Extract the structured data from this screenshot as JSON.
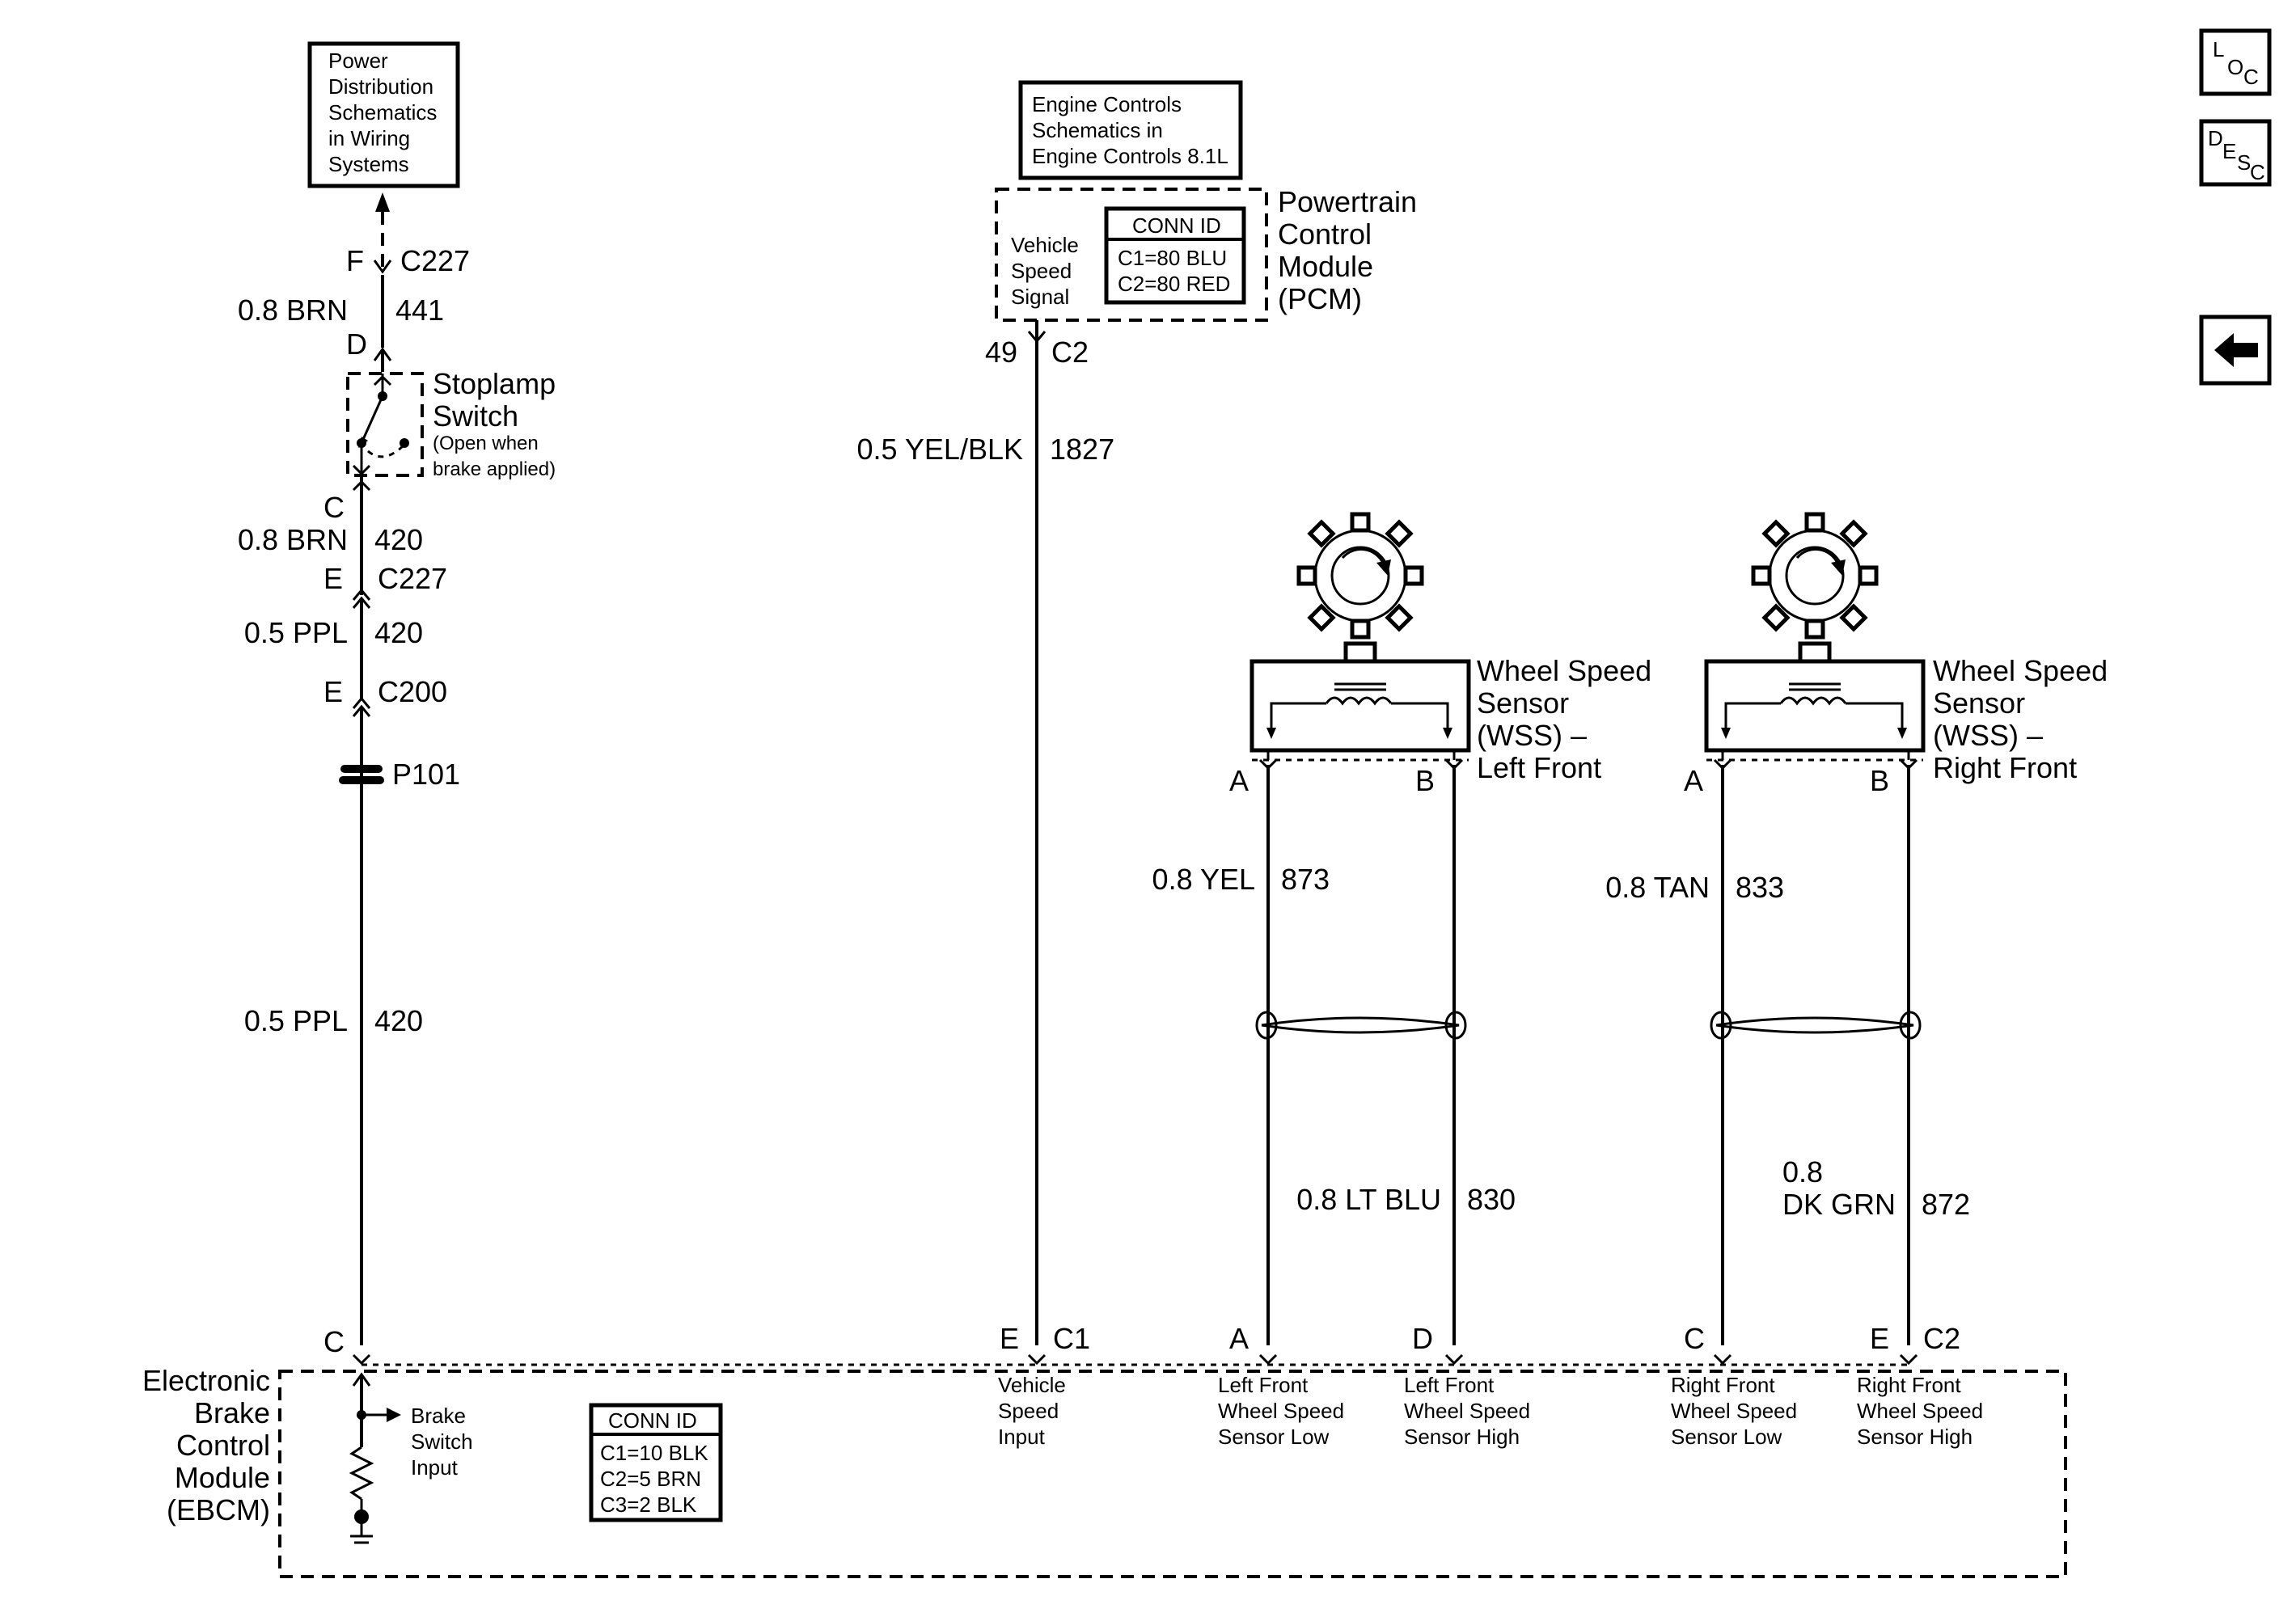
{
  "nav": {
    "loc": {
      "main": "L",
      "sub": "O",
      "sub2": "C"
    },
    "desc": {
      "main": "D",
      "e": "E",
      "s": "S",
      "c": "C"
    },
    "back_icon": "left-arrow-icon"
  },
  "references": {
    "power_distribution": [
      "Power",
      "Distribution",
      "Schematics",
      "in Wiring",
      "Systems"
    ],
    "engine_controls": [
      "Engine Controls",
      "Schematics in",
      "Engine Controls 8.1L"
    ]
  },
  "pcm": {
    "name_lines": [
      "Powertrain",
      "Control",
      "Module",
      "(PCM)"
    ],
    "signal_lines": [
      "Vehicle",
      "Speed",
      "Signal"
    ],
    "conn_id_title": "CONN ID",
    "conn_id_rows": [
      "C1=80 BLU",
      "C2=80 RED"
    ],
    "pin": "49",
    "connector": "C2"
  },
  "stoplamp_circuit": {
    "upper_connector_pin": "F",
    "upper_connector": "C227",
    "upper_wire_gauge_color": "0.8 BRN",
    "upper_wire_circuit": "441",
    "switch_pin_top": "D",
    "switch_name_lines": [
      "Stoplamp",
      "Switch"
    ],
    "switch_note_lines": [
      "(Open when",
      "brake applied)"
    ],
    "switch_pin_bottom": "C",
    "mid_wire_gauge_color": "0.8 BRN",
    "mid_wire_circuit": "420",
    "c227_pin": "E",
    "c227_label": "C227",
    "wire2_gauge_color": "0.5 PPL",
    "wire2_circuit": "420",
    "c200_pin": "E",
    "c200_label": "C200",
    "pass_through": "P101",
    "lower_wire_gauge_color": "0.5 PPL",
    "lower_wire_circuit": "420",
    "ebcm_pin": "C"
  },
  "vss_circuit": {
    "wire_gauge_color": "0.5 YEL/BLK",
    "wire_circuit": "1827",
    "ebcm_pin": "E",
    "ebcm_connector": "C1"
  },
  "wss_left": {
    "name_lines": [
      "Wheel Speed",
      "Sensor",
      "(WSS) –",
      "Left Front"
    ],
    "pin_a": "A",
    "pin_b": "B",
    "low_wire_gauge_color": "0.8 YEL",
    "low_wire_circuit": "873",
    "high_wire_gauge_color": "0.8 LT BLU",
    "high_wire_circuit": "830",
    "ebcm_pin_low": "A",
    "ebcm_pin_high": "D"
  },
  "wss_right": {
    "name_lines": [
      "Wheel Speed",
      "Sensor",
      "(WSS) –",
      "Right Front"
    ],
    "pin_a": "A",
    "pin_b": "B",
    "low_wire_gauge_color": "0.8 TAN",
    "low_wire_circuit": "833",
    "high_wire_gauge_lines": [
      "0.8",
      "DK GRN"
    ],
    "high_wire_circuit": "872",
    "ebcm_pin_low": "C",
    "ebcm_pin_high": "E",
    "ebcm_connector": "C2"
  },
  "ebcm": {
    "name_lines": [
      "Electronic",
      "Brake",
      "Control",
      "Module",
      "(EBCM)"
    ],
    "brake_switch_input": [
      "Brake",
      "Switch",
      "Input"
    ],
    "conn_id_title": "CONN ID",
    "conn_id_rows": [
      "C1=10 BLK",
      "C2=5 BRN",
      "C3=2 BLK"
    ],
    "vehicle_speed_input": [
      "Vehicle",
      "Speed",
      "Input"
    ],
    "lf_low": [
      "Left Front",
      "Wheel Speed",
      "Sensor Low"
    ],
    "lf_high": [
      "Left Front",
      "Wheel Speed",
      "Sensor High"
    ],
    "rf_low": [
      "Right Front",
      "Wheel Speed",
      "Sensor Low"
    ],
    "rf_high": [
      "Right Front",
      "Wheel Speed",
      "Sensor High"
    ]
  }
}
